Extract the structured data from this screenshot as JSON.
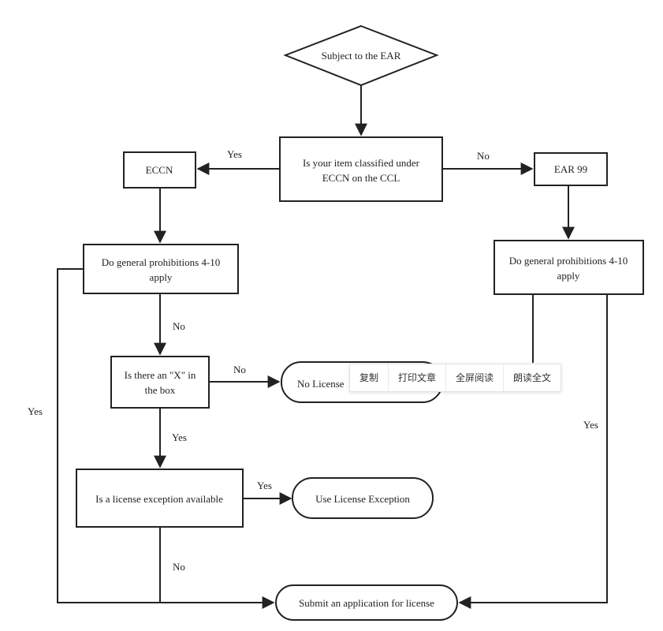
{
  "nodes": {
    "start": "Subject to the EAR",
    "classified_line1": "Is your item classified under",
    "classified_line2": "ECCN on the CCL",
    "eccn": "ECCN",
    "ear99": "EAR 99",
    "gp_left_line1": "Do general prohibitions 4-10",
    "gp_left_line2": "apply",
    "gp_right_line1": "Do general prohibitions 4-10",
    "gp_right_line2": "apply",
    "xbox_line1": "Is there an \"X\" in",
    "xbox_line2": "the box",
    "no_license": "No License",
    "exception_q": "Is a license exception available",
    "use_exception": "Use License Exception",
    "submit": "Submit an application for license"
  },
  "edges": {
    "classified_yes": "Yes",
    "classified_no": "No",
    "gp_left_no": "No",
    "gp_left_yes": "Yes",
    "xbox_no": "No",
    "xbox_yes": "Yes",
    "exception_yes": "Yes",
    "exception_no": "No",
    "gp_right_yes": "Yes"
  },
  "toolbar": {
    "copy": "复制",
    "print": "打印文章",
    "fullscreen": "全屏阅读",
    "read_aloud": "朗读全文"
  }
}
